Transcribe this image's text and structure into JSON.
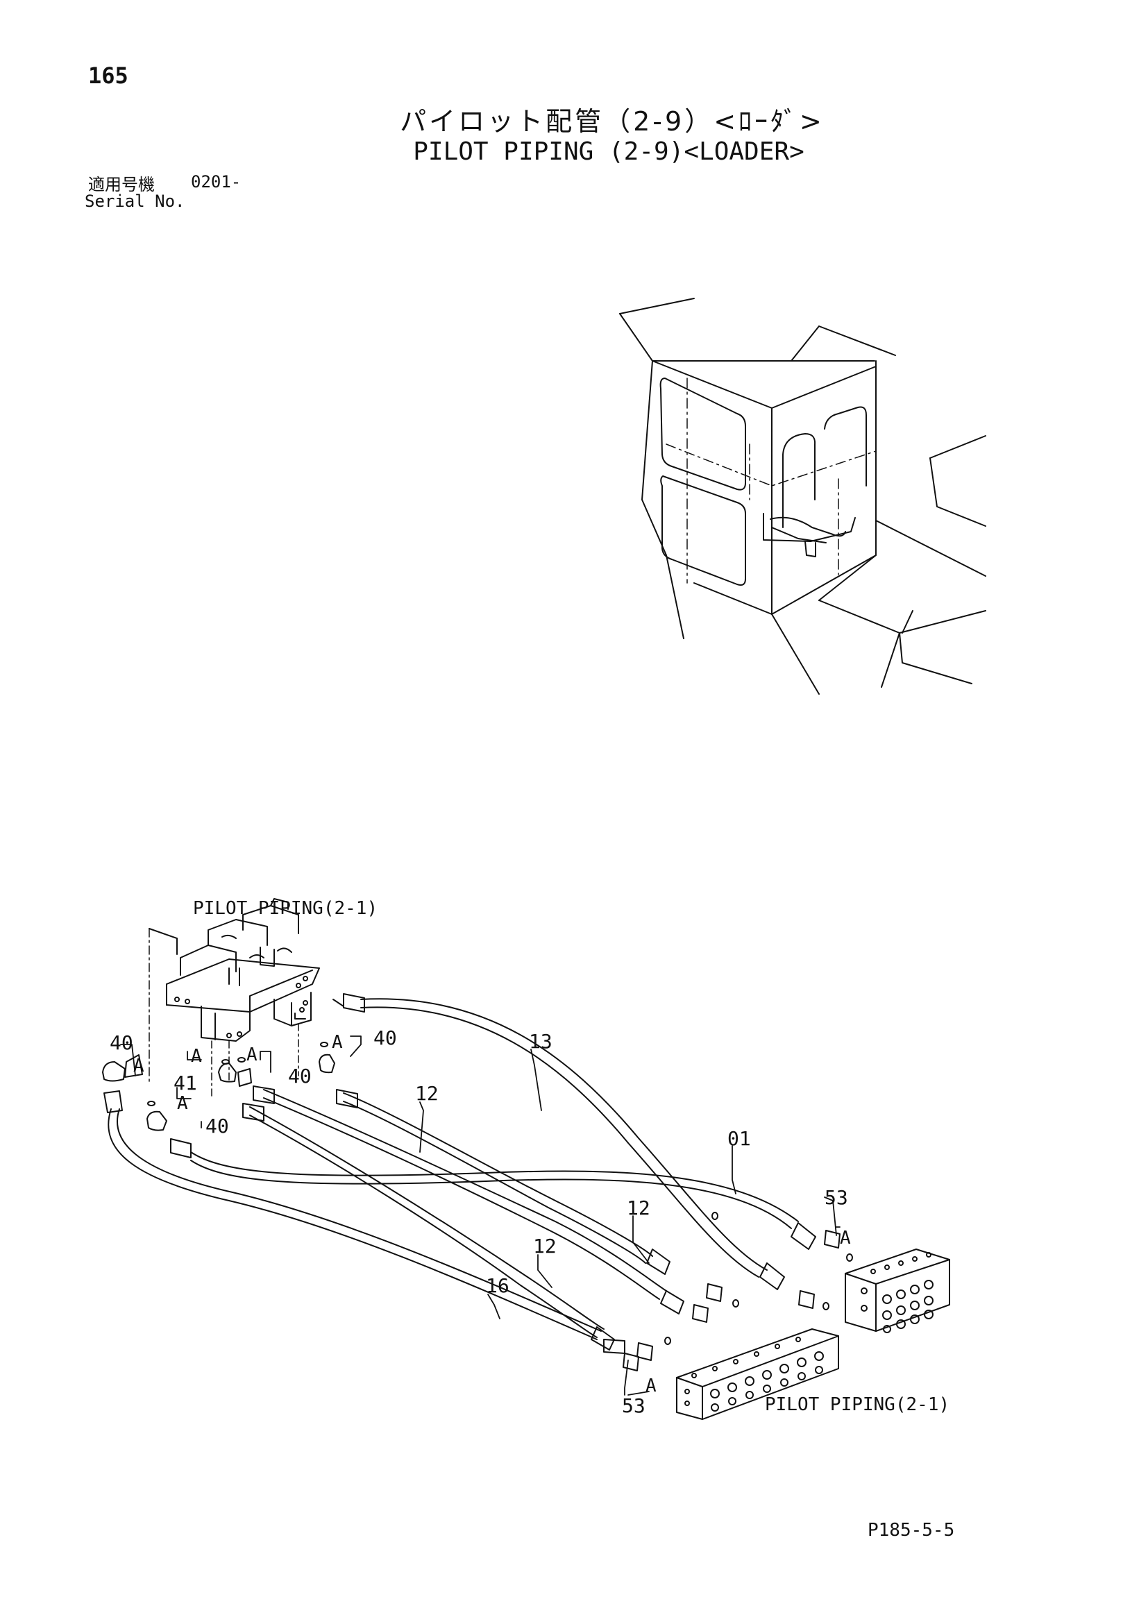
{
  "header": {
    "page_number": "165",
    "title_jp": "パイロット配管（2-9）<ﾛｰﾀﾞ>",
    "title_en": "PILOT PIPING (2-9)<LOADER>",
    "serial_label_jp": "適用号機",
    "serial_value": "0201-",
    "serial_label_en": "Serial No."
  },
  "diagram": {
    "ref_top": "PILOT PIPING(2-1)",
    "ref_bottom": "PILOT PIPING(2-1)",
    "callouts": {
      "c40a": "40",
      "c40b": "40",
      "c40c": "40",
      "c40d": "40",
      "c41": "41",
      "c13": "13",
      "c12a": "12",
      "c12b": "12",
      "c12c": "12",
      "c01": "01",
      "c53a": "53",
      "c53b": "53",
      "c16": "16",
      "a": "A"
    }
  },
  "footer": {
    "doc_code": "P185-5-5"
  }
}
